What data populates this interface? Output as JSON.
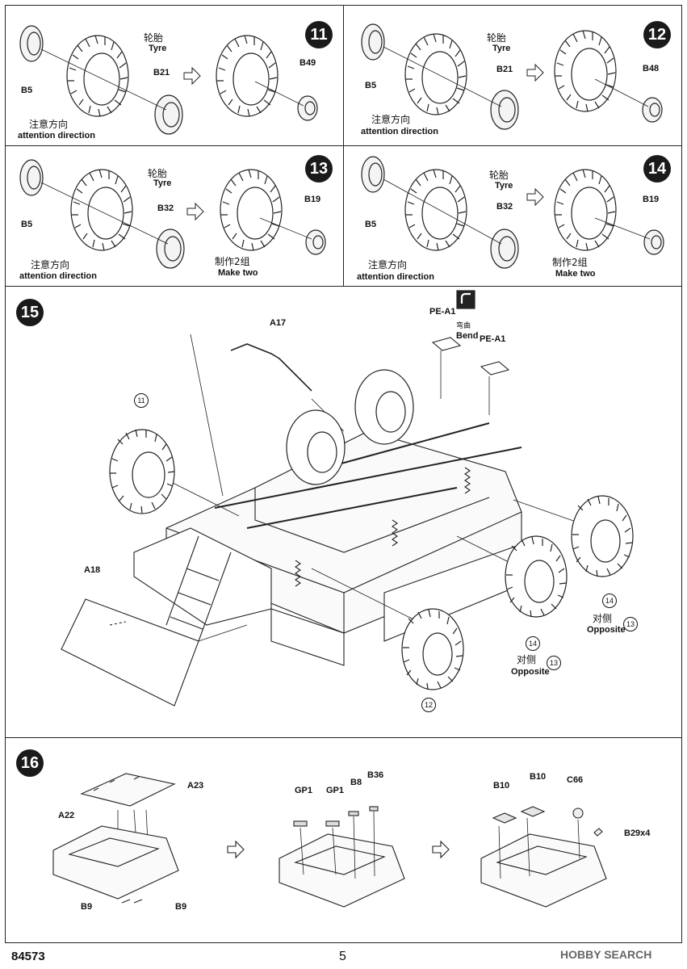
{
  "step11": {
    "number": "11",
    "tyre_cn": "轮胎",
    "tyre_en": "Tyre",
    "part_rim": "B5",
    "part_hub": "B21",
    "part_cap": "B49",
    "attention_cn": "注意方向",
    "attention_en": "attention direction"
  },
  "step12": {
    "number": "12",
    "tyre_cn": "轮胎",
    "tyre_en": "Tyre",
    "part_rim": "B5",
    "part_hub": "B21",
    "part_cap": "B48",
    "attention_cn": "注意方向",
    "attention_en": "attention direction"
  },
  "step13": {
    "number": "13",
    "tyre_cn": "轮胎",
    "tyre_en": "Tyre",
    "part_rim": "B5",
    "part_hub": "B32",
    "part_cap": "B19",
    "attention_cn": "注意方向",
    "attention_en": "attention direction",
    "make_cn": "制作2组",
    "make_en": "Make two"
  },
  "step14": {
    "number": "14",
    "tyre_cn": "轮胎",
    "tyre_en": "Tyre",
    "part_rim": "B5",
    "part_hub": "B32",
    "part_cap": "B19",
    "attention_cn": "注意方向",
    "attention_en": "attention direction",
    "make_cn": "制作2组",
    "make_en": "Make two"
  },
  "step15": {
    "number": "15",
    "part_a17": "A17",
    "part_a18": "A18",
    "pe_a1_bend": "PE-A1",
    "bend_cn": "弯曲",
    "bend_en": "Bend",
    "pe_a1": "PE-A1",
    "ref_11": "11",
    "ref_12": "12",
    "ref_14a": "14",
    "ref_14b": "14",
    "opposite_cn": "对侧",
    "opposite_en": "Opposite",
    "ref_13a": "13",
    "ref_13b": "13"
  },
  "step16": {
    "number": "16",
    "part_a23": "A23",
    "part_a22": "A22",
    "part_b9_left": "B9",
    "part_b9_right": "B9",
    "part_gp1_a": "GP1",
    "part_gp1_b": "GP1",
    "part_b8": "B8",
    "part_b36": "B36",
    "part_b10_a": "B10",
    "part_b10_b": "B10",
    "part_c66": "C66",
    "part_b29": "B29x4"
  },
  "footer": {
    "code": "84573",
    "page": "5",
    "brand": "HOBBY SEARCH"
  }
}
